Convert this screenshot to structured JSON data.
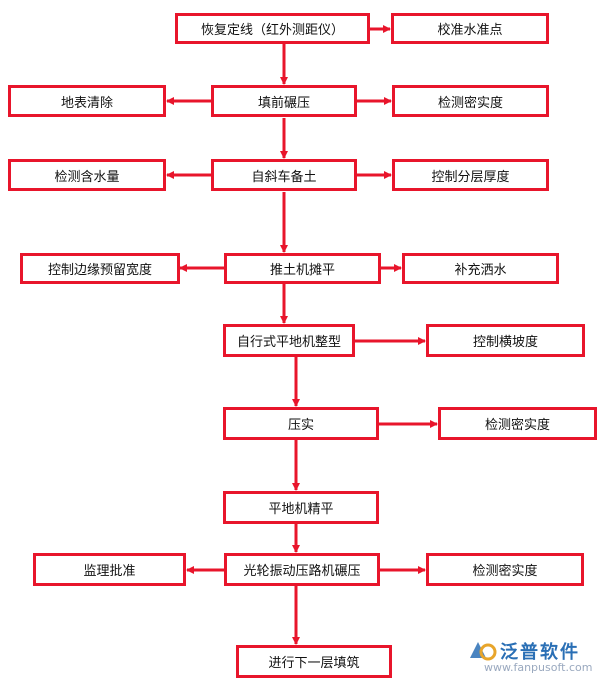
{
  "nodes": {
    "restore_line": "恢复定线（红外测距仪）",
    "calibrate_level": "校准水准点",
    "clear_surface": "地表清除",
    "pre_fill_compact": "填前碾压",
    "test_density_1": "检测密实度",
    "test_moisture": "检测含水量",
    "dump_truck_soil": "自斜车备土",
    "control_layer_thickness": "控制分层厚度",
    "control_edge_width": "控制边缘预留宽度",
    "bulldozer_spread": "推土机摊平",
    "add_water": "补充洒水",
    "grader_shaping": "自行式平地机整型",
    "control_cross_slope": "控制横坡度",
    "compaction": "压实",
    "test_density_2": "检测密实度",
    "grader_leveling": "平地机精平",
    "supervisor_approval": "监理批准",
    "smooth_roller": "光轮振动压路机碾压",
    "test_density_3": "检测密实度",
    "next_layer": "进行下一层填筑"
  },
  "watermark": {
    "name": "泛普软件",
    "url": "www.fanpusoft.com"
  },
  "colors": {
    "line": "#e8152b",
    "watermark_blue": "#2a6fb5"
  }
}
